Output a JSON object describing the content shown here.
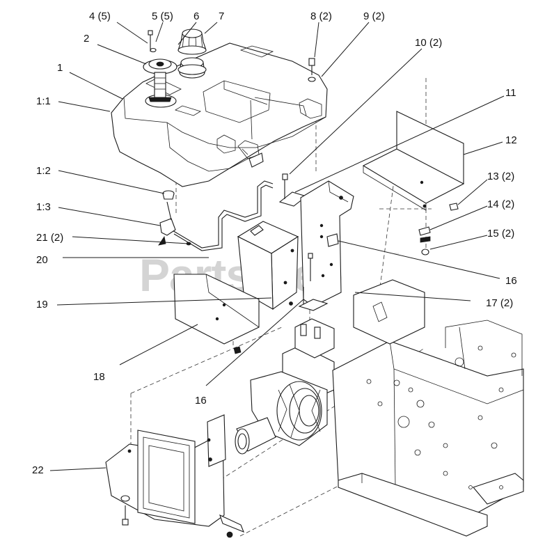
{
  "watermark": {
    "text": "PartsTree",
    "tm": "™"
  },
  "callouts": [
    {
      "id": "c-4",
      "text": "4 (5)"
    },
    {
      "id": "c-5",
      "text": "5 (5)"
    },
    {
      "id": "c-6",
      "text": "6"
    },
    {
      "id": "c-7",
      "text": "7"
    },
    {
      "id": "c-8",
      "text": "8 (2)"
    },
    {
      "id": "c-9",
      "text": "9 (2)"
    },
    {
      "id": "c-10",
      "text": "10 (2)"
    },
    {
      "id": "c-2",
      "text": "2"
    },
    {
      "id": "c-1",
      "text": "1"
    },
    {
      "id": "c-1-1",
      "text": "1:1"
    },
    {
      "id": "c-11",
      "text": "11"
    },
    {
      "id": "c-12",
      "text": "12"
    },
    {
      "id": "c-1-2",
      "text": "1:2"
    },
    {
      "id": "c-13",
      "text": "13 (2)"
    },
    {
      "id": "c-14",
      "text": "14 (2)"
    },
    {
      "id": "c-1-3",
      "text": "1:3"
    },
    {
      "id": "c-15",
      "text": "15 (2)"
    },
    {
      "id": "c-21",
      "text": "21 (2)"
    },
    {
      "id": "c-20",
      "text": "20"
    },
    {
      "id": "c-16a",
      "text": "16"
    },
    {
      "id": "c-17",
      "text": "17 (2)"
    },
    {
      "id": "c-19",
      "text": "19"
    },
    {
      "id": "c-18",
      "text": "18"
    },
    {
      "id": "c-16b",
      "text": "16"
    },
    {
      "id": "c-22",
      "text": "22"
    }
  ]
}
